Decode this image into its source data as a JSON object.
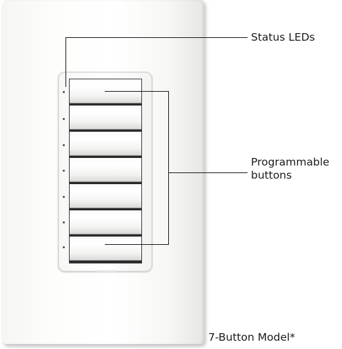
{
  "callouts": {
    "status_leds": "Status LEDs",
    "programmable_line1": "Programmable",
    "programmable_line2": "buttons"
  },
  "caption": "7-Button Model*",
  "device": {
    "button_count": 7,
    "led_count": 7
  }
}
